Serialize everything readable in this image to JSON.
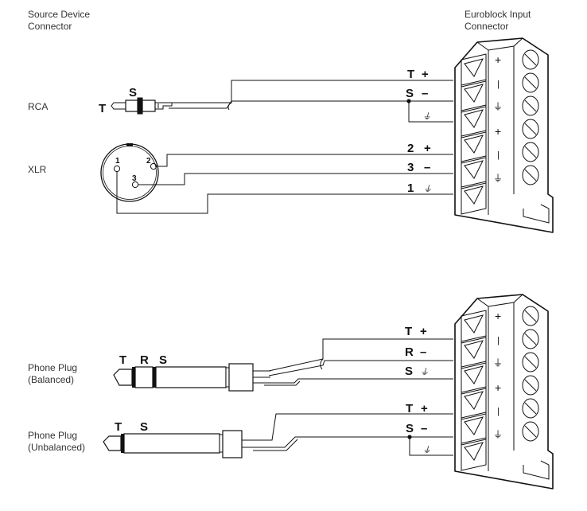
{
  "headers": {
    "source_line1": "Source Device",
    "source_line2": "Connector",
    "euro_line1": "Euroblock Input",
    "euro_line2": "Connector"
  },
  "rows": {
    "rca": "RCA",
    "xlr": "XLR",
    "phone_bal_line1": "Phone Plug",
    "phone_bal_line2": "(Balanced)",
    "phone_unbal_line1": "Phone Plug",
    "phone_unbal_line2": "(Unbalanced)"
  },
  "rca_pins": {
    "tip": "T",
    "sleeve": "S"
  },
  "xlr_pins": {
    "p1": "1",
    "p2": "2",
    "p3": "3"
  },
  "trs_pins": {
    "tip": "T",
    "ring": "R",
    "sleeve": "S"
  },
  "ts_pins": {
    "tip": "T",
    "sleeve": "S"
  },
  "terminal_labels": {
    "rca": [
      {
        "pin": "T",
        "sign": "+"
      },
      {
        "pin": "S",
        "sign": "–"
      }
    ],
    "xlr": [
      {
        "pin": "2",
        "sign": "+"
      },
      {
        "pin": "3",
        "sign": "–"
      },
      {
        "pin": "1",
        "sign": "⏚"
      }
    ],
    "balanced": [
      {
        "pin": "T",
        "sign": "+"
      },
      {
        "pin": "R",
        "sign": "–"
      },
      {
        "pin": "S",
        "sign": "⏚"
      }
    ],
    "unbalanced": [
      {
        "pin": "T",
        "sign": "+"
      },
      {
        "pin": "S",
        "sign": "–"
      }
    ]
  },
  "ground_symbol": "⏚",
  "block_symbols": [
    "+",
    "|",
    "⏚",
    "+",
    "|",
    "⏚"
  ]
}
